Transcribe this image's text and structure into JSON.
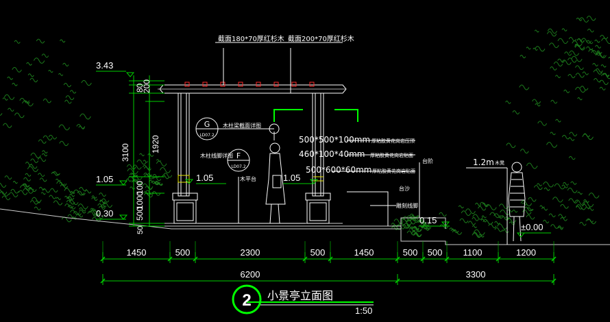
{
  "drawing": {
    "title": "小景亭立面图",
    "number": "2",
    "scale": "1:50"
  },
  "annotations": {
    "beam_top": "截面180*70厚红杉木",
    "beam_main": "截面200*70厚红杉木",
    "detail_g_note": "木柱梁截面详图",
    "detail_g_letter": "G",
    "detail_g_ref": "LD07.2",
    "detail_f_note": "木柱线脚详图",
    "detail_f_letter": "F",
    "detail_f_ref": "LD07.2",
    "wood_platform": "木平台",
    "cap_note_prefix": "500*500*100mm",
    "cap_note_suffix": "厚粘胶黄花岗岩压顶",
    "band_note_prefix": "460*100*40mm",
    "band_note_suffix": "厚粘胶黄花岗岩贴面",
    "base_note_prefix": "500*600*60mm",
    "base_note_suffix": "厚粘胶黄花岗岩贴面",
    "step_label": "台阶",
    "riser_label": "台沙",
    "plinth_label": "雕刻线脚",
    "person_height_value": "1.2m",
    "person_height_label": "木凳"
  },
  "levels": {
    "top": "3.43",
    "left_mid": "1.05",
    "left_low": "0.30",
    "post_left": "1.05",
    "post_right": "1.05",
    "step": "0.15",
    "ground": "±0.00"
  },
  "vertical_dims": [
    "80",
    "1920",
    "3100",
    "100",
    "1000",
    "500",
    "50",
    "200"
  ],
  "horizontal_dims_row1": [
    "1450",
    "500",
    "2300",
    "500",
    "1450",
    "500",
    "500",
    "1100",
    "1200"
  ],
  "horizontal_dims_row2": [
    "6200",
    "3300"
  ],
  "colors": {
    "background": "#000000",
    "dimension": "#00d000",
    "text": "#ffffff",
    "structure": "#ffffff",
    "foliage": "#1c7a1c",
    "accent_red": "#ff2a2a",
    "leader_green": "#00ff00",
    "yellow": "#e8e800"
  }
}
